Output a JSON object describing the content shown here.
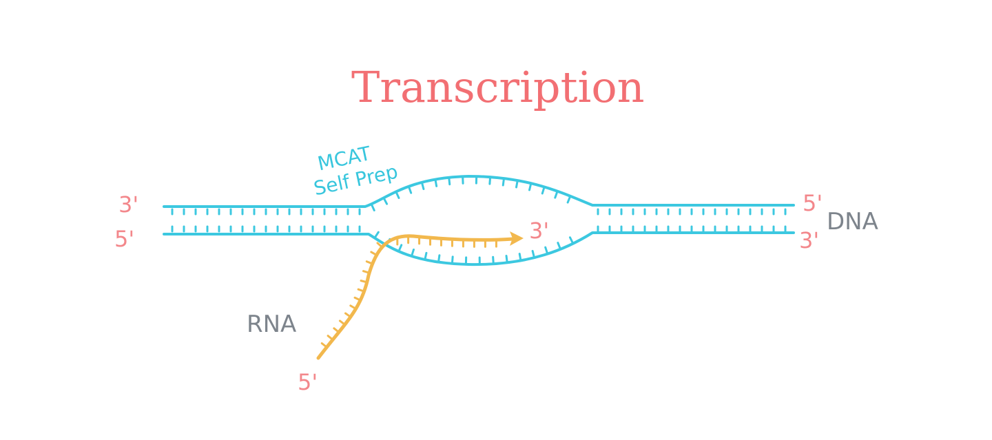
{
  "diagram": {
    "title": "Transcription",
    "watermark": {
      "line1": "MCAT",
      "line2": "Self Prep"
    },
    "dna": {
      "label": "DNA",
      "top_left_end": "3'",
      "bottom_left_end": "5'",
      "top_right_end": "5'",
      "bottom_right_end": "3'"
    },
    "rna": {
      "label": "RNA",
      "start_end": "5'",
      "growing_end": "3'"
    }
  },
  "colors": {
    "title": "#f26f73",
    "dna": "#3cc8e0",
    "rna": "#f2b84d",
    "end_labels": "#f3878b",
    "molecule_labels": "#7d848c"
  }
}
